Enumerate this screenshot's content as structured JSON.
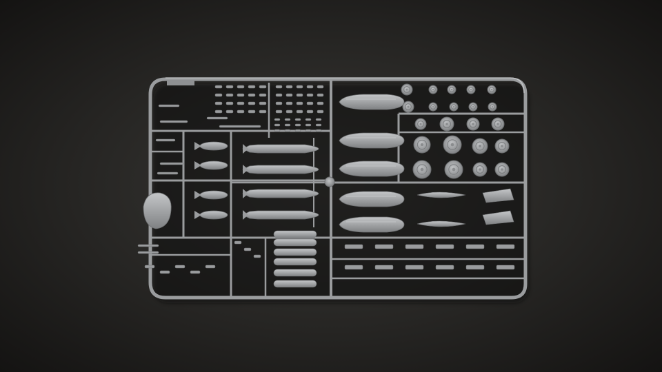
{
  "photo": {
    "background_color": "#262523",
    "plastic_color": "#9a9c9e",
    "shadow_color": "#1a1918",
    "frame_marking": ""
  },
  "sprue": {
    "bomb_count_small": 6,
    "bomb_count_large": 4,
    "drop_tank_count": 5,
    "wheel_rows": 2
  }
}
